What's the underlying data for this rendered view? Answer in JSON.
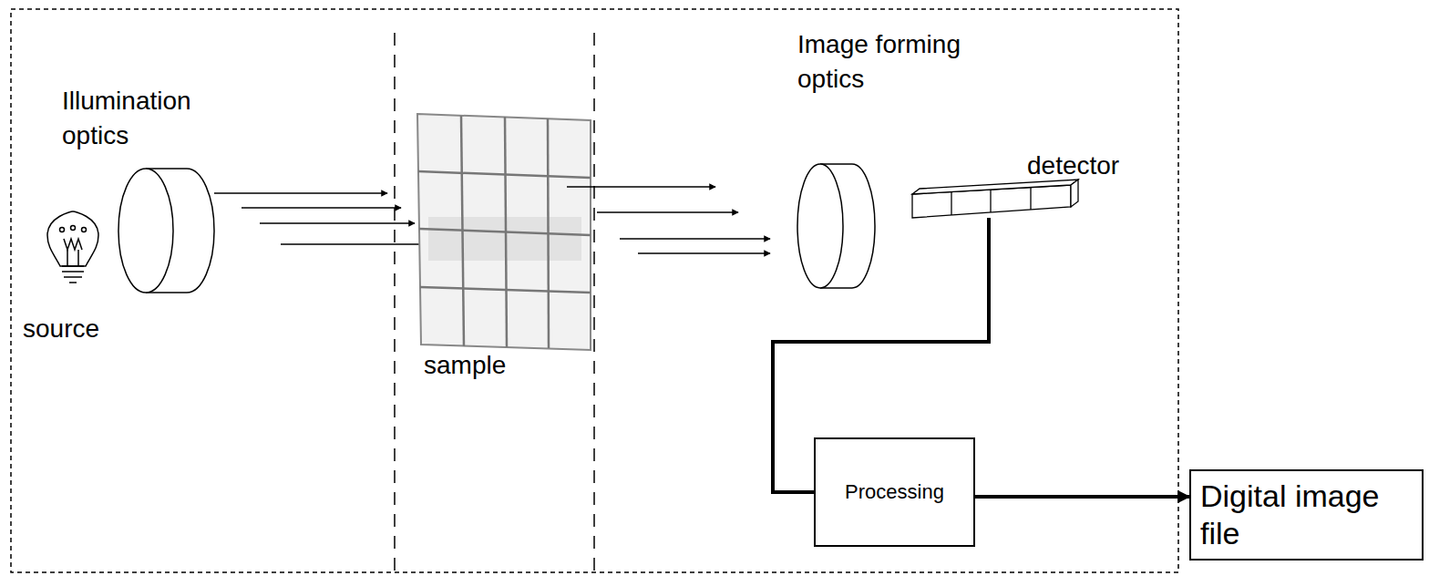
{
  "diagram": {
    "nodes": [
      {
        "text": [
          "detector"
        ]
      },
      {
        "text": [
          "Processing"
        ]
      },
      {
        "text": [
          "Digital image file"
        ]
      }
    ],
    "edges": [
      {
        "from": 0,
        "to": 1,
        "arrow": "none"
      },
      {
        "from": 1,
        "to": 2,
        "arrow": "to"
      }
    ],
    "labels": [
      "Illumination optics",
      "source",
      "sample",
      "Image forming optics"
    ]
  }
}
